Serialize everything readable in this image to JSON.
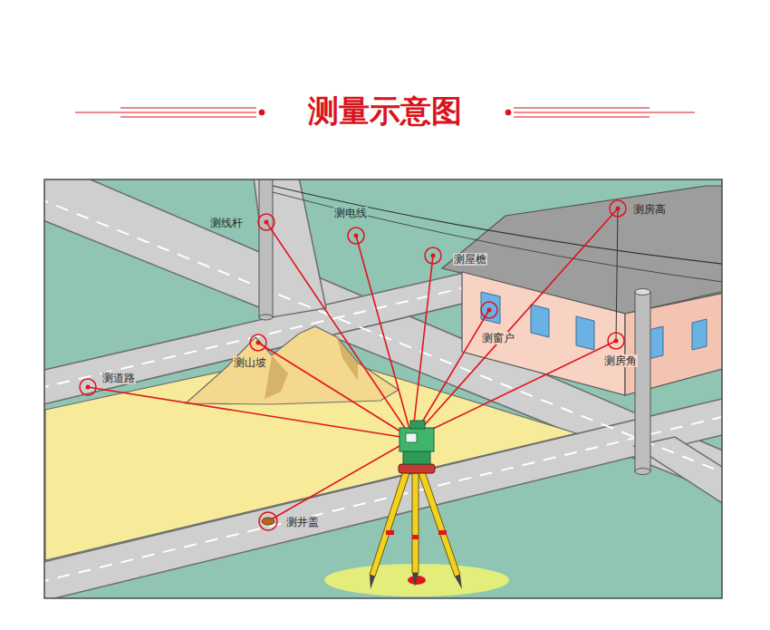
{
  "diagram": {
    "title": "测量示意图",
    "labels": [
      "测线杆",
      "测电线",
      "测屋檐",
      "测房高",
      "测窗户",
      "测山坡",
      "测道路",
      "测房角",
      "测井盖"
    ]
  }
}
